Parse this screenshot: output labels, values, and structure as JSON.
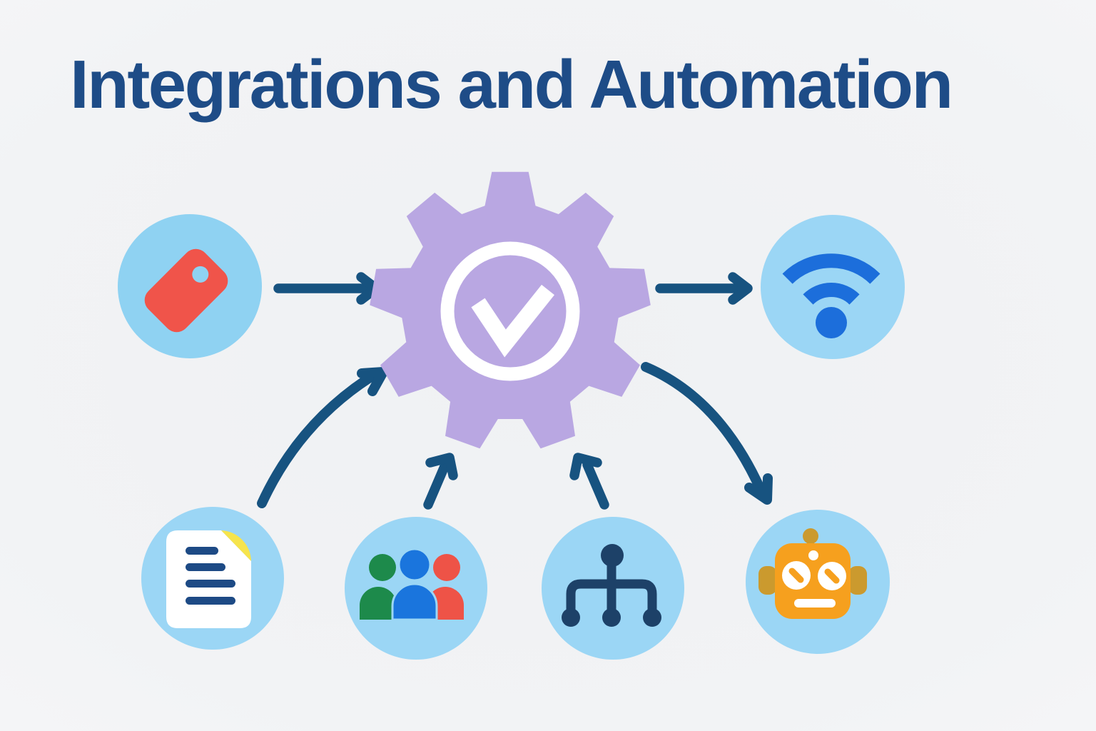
{
  "title": "Integrations and Automation",
  "palette": {
    "title_navy": "#1e4c87",
    "arrow_navy": "#175380",
    "gear_purple": "#b9a7e2",
    "node_blue": "#9bd6f5",
    "tag_node_blue": "#8fd2f2",
    "tag_red": "#f0544a",
    "wifi_blue": "#1c6edb",
    "doc_line_navy": "#1d4a85",
    "fold_yellow": "#f6e44c",
    "person_green": "#1d8a4b",
    "person_blue": "#1a75dd",
    "person_red": "#ee5347",
    "sitemap_navy": "#1d4168",
    "robot_orange": "#f6a01e",
    "robot_gold": "#cb9a2e",
    "white": "#ffffff"
  },
  "diagram": {
    "center_node": {
      "id": "process-gear",
      "icon": "gear-check-icon"
    },
    "nodes": [
      {
        "id": "price-tag",
        "icon": "price-tag-icon",
        "position": "top-left"
      },
      {
        "id": "wifi",
        "icon": "wifi-icon",
        "position": "top-right"
      },
      {
        "id": "document",
        "icon": "document-icon",
        "position": "bottom-left"
      },
      {
        "id": "team",
        "icon": "team-icon",
        "position": "bottom-center-left"
      },
      {
        "id": "sitemap",
        "icon": "sitemap-icon",
        "position": "bottom-center-right"
      },
      {
        "id": "robot",
        "icon": "robot-icon",
        "position": "bottom-right"
      }
    ],
    "connections": [
      {
        "from": "price-tag",
        "to": "process-gear",
        "style": "straight"
      },
      {
        "from": "process-gear",
        "to": "wifi",
        "style": "straight"
      },
      {
        "from": "document",
        "to": "process-gear",
        "style": "curved"
      },
      {
        "from": "team",
        "to": "process-gear",
        "style": "short"
      },
      {
        "from": "sitemap",
        "to": "process-gear",
        "style": "short"
      },
      {
        "from": "process-gear",
        "to": "robot",
        "style": "curved"
      }
    ]
  }
}
